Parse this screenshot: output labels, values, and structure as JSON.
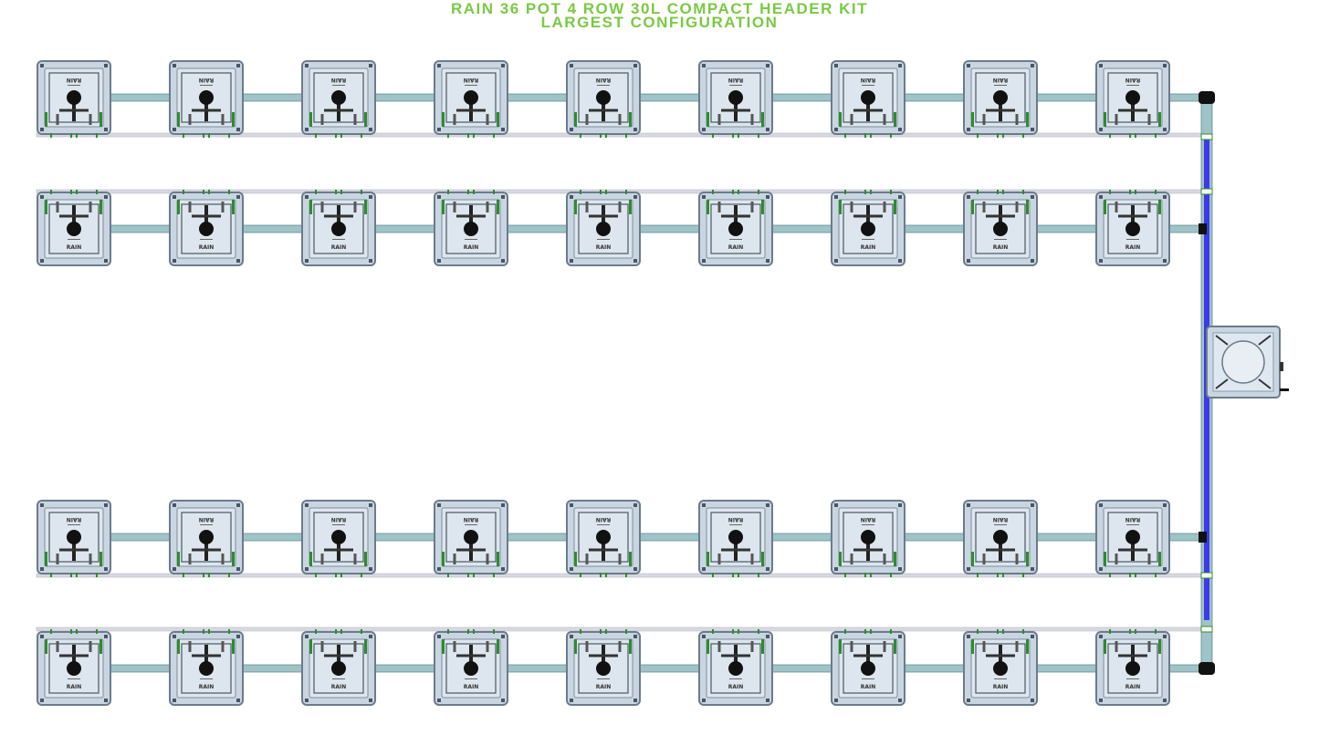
{
  "title": {
    "line1": "RAIN 36 POT 4 ROW 30L COMPACT HEADER KIT",
    "line2": "LARGEST CONFIGURATION"
  },
  "pot_label": "RAIN",
  "layout": {
    "rows": 4,
    "pots_per_row": 9,
    "total_pots": 36,
    "row_orientation": [
      "flipped",
      "normal",
      "flipped",
      "normal"
    ]
  },
  "colors": {
    "title": "#7ac943",
    "pot_body": "#c9d6e2",
    "pot_border": "#6b7b8c",
    "pipe": "#9fc3c7",
    "header_pipe": "#3a3ae8",
    "rail": "#d8d8e0",
    "clip": "#2e8b2e",
    "dripper": "#111111"
  },
  "icons": [
    "pot-icon",
    "dripper-icon",
    "reservoir-icon",
    "elbow-icon"
  ]
}
